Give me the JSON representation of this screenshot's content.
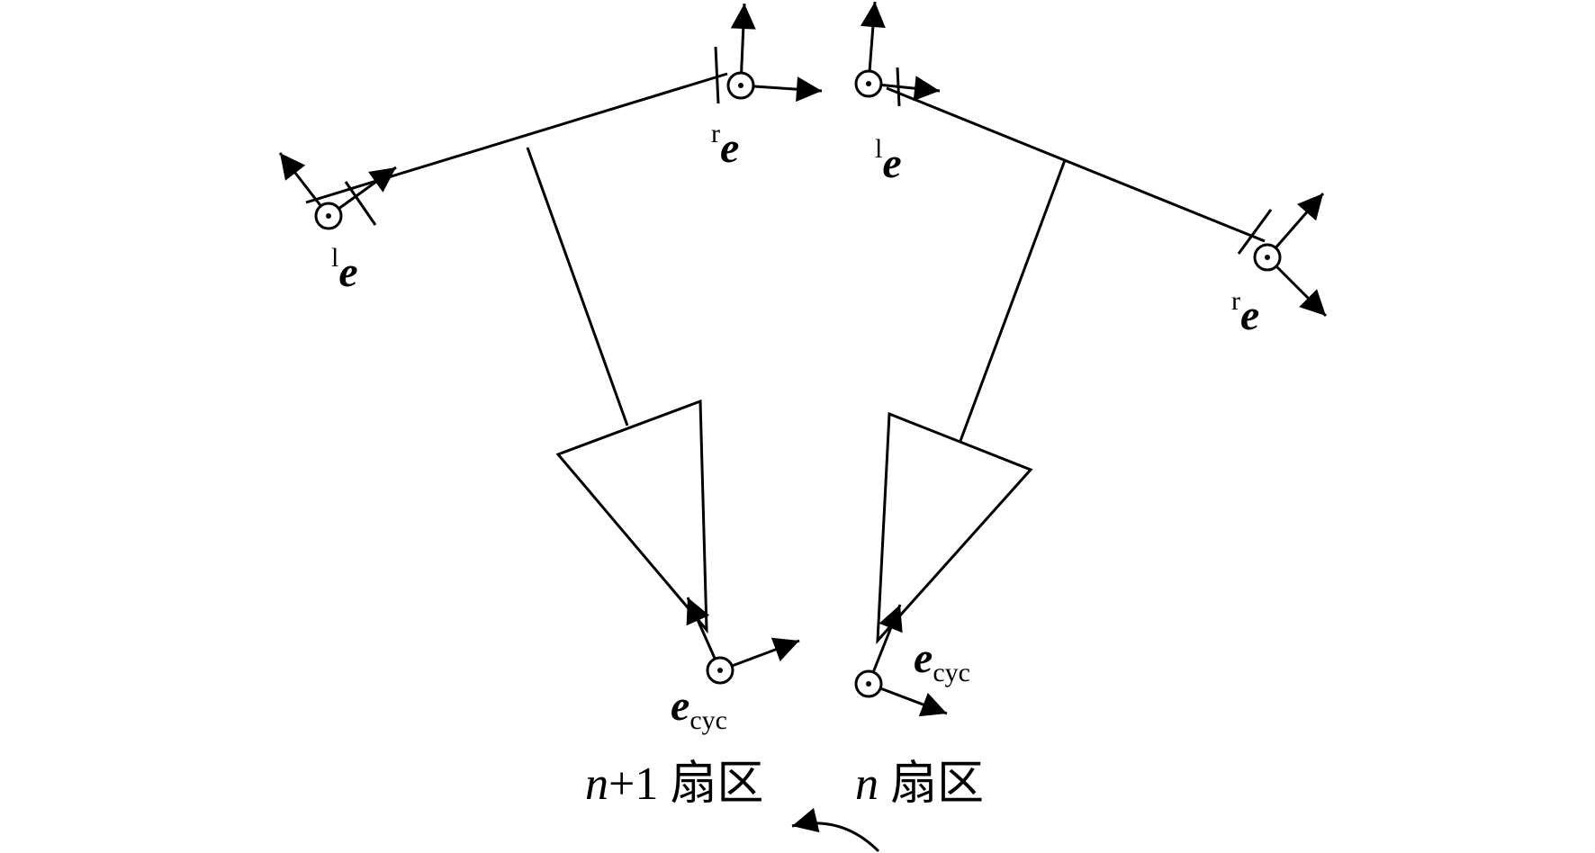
{
  "frames": {
    "left_l": {
      "sup": "l",
      "symbol": "e"
    },
    "left_r": {
      "sup": "r",
      "symbol": "e"
    },
    "right_l": {
      "sup": "l",
      "symbol": "e"
    },
    "right_r": {
      "sup": "r",
      "symbol": "e"
    },
    "cyc_left": {
      "symbol": "e",
      "sub": "cyc"
    },
    "cyc_right": {
      "symbol": "e",
      "sub": "cyc"
    }
  },
  "sectors": {
    "left": {
      "var": "n",
      "suffix": "+1 扇区"
    },
    "right": {
      "var": "n",
      "suffix": " 扇区"
    }
  }
}
